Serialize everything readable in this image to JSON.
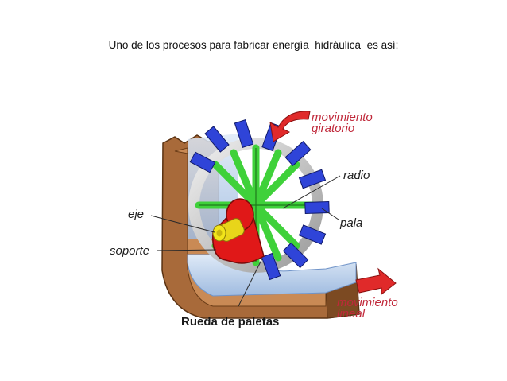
{
  "slide": {
    "title": "Uno de los procesos para fabricar energía  hidráulica  es así:"
  },
  "diagram": {
    "labels": {
      "rotary_motion": [
        "movimiento",
        "giratorio"
      ],
      "spoke": "radio",
      "paddle": "pala",
      "axle": "eje",
      "support": "soporte",
      "linear_motion": [
        "movimiento",
        "lineal"
      ],
      "caption": "Rueda de paletas"
    },
    "colors": {
      "channel": "#a86a3a",
      "channel_dark": "#7c4a22",
      "water": "#bcd2ea",
      "paddles": "#2f44d8",
      "spokes": "#3fd13a",
      "hub": "#e01818",
      "axle_cap": "#f2e51a",
      "rim": "#d2d2d2",
      "arrows": "#e02a2a",
      "red_labels": "#c0283a"
    }
  }
}
